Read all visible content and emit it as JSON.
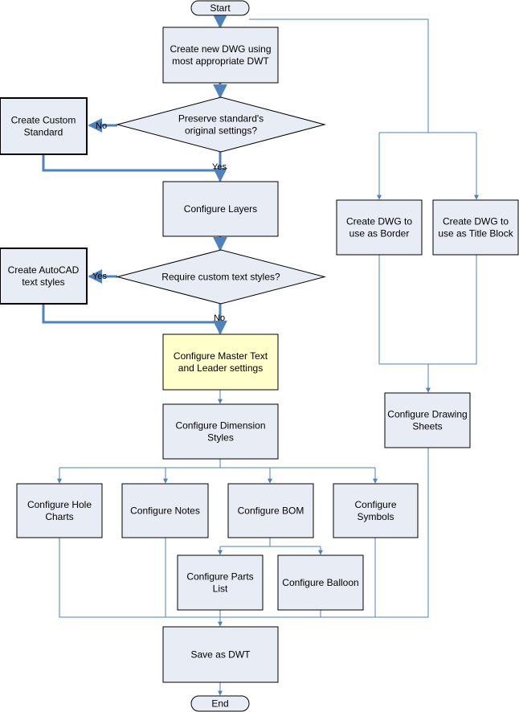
{
  "colors": {
    "process_fill": "#e8edf5",
    "highlight_fill": "#ffffcc",
    "stroke": "#000000",
    "connector": "#4f81bd"
  },
  "nodes": {
    "start": {
      "shape": "terminal",
      "lines": [
        "Start"
      ]
    },
    "create_dwg": {
      "shape": "process",
      "lines": [
        "Create new DWG using",
        "most appropriate DWT"
      ]
    },
    "preserve": {
      "shape": "decision",
      "lines": [
        "Preserve standard's",
        "original  settings?"
      ]
    },
    "custom_standard": {
      "shape": "process",
      "lines": [
        "Create Custom",
        "Standard"
      ]
    },
    "layers": {
      "shape": "process",
      "lines": [
        "Configure Layers"
      ]
    },
    "require_text": {
      "shape": "decision",
      "lines": [
        "Require custom text styles?"
      ]
    },
    "autocad_text": {
      "shape": "process",
      "lines": [
        "Create AutoCAD",
        "text styles"
      ]
    },
    "master_text": {
      "shape": "process",
      "highlight": true,
      "lines": [
        "Configure Master Text",
        "and Leader settings"
      ]
    },
    "dimension": {
      "shape": "process",
      "lines": [
        "Configure Dimension",
        "Styles"
      ]
    },
    "hole_charts": {
      "shape": "process",
      "lines": [
        "Configure Hole",
        "Charts"
      ]
    },
    "notes": {
      "shape": "process",
      "lines": [
        "Configure Notes"
      ]
    },
    "bom": {
      "shape": "process",
      "lines": [
        "Configure BOM"
      ]
    },
    "symbols": {
      "shape": "process",
      "lines": [
        "Configure",
        "Symbols"
      ]
    },
    "parts_list": {
      "shape": "process",
      "lines": [
        "Configure Parts",
        "List"
      ]
    },
    "balloon": {
      "shape": "process",
      "lines": [
        "Configure Balloon"
      ]
    },
    "save_dwt": {
      "shape": "process",
      "lines": [
        "Save as DWT"
      ]
    },
    "end": {
      "shape": "terminal",
      "lines": [
        "End"
      ]
    },
    "border": {
      "shape": "process",
      "lines": [
        "Create DWG to",
        "use as Border"
      ]
    },
    "title_block": {
      "shape": "process",
      "lines": [
        "Create DWG to",
        "use as Title Block"
      ]
    },
    "drawing_sheets": {
      "shape": "process",
      "lines": [
        "Configure Drawing",
        "Sheets"
      ]
    }
  },
  "edge_labels": {
    "preserve_no": "No",
    "preserve_yes": "Yes",
    "text_yes": "Yes",
    "text_no": "No"
  }
}
